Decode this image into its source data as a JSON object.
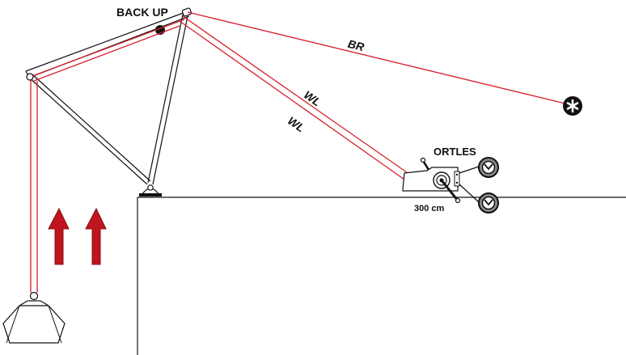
{
  "labels": {
    "backup": "BACK UP",
    "br": "BR",
    "wl_upper": "WL",
    "wl_lower": "WL",
    "ortles": "ORTLES",
    "distance": "300 cm"
  },
  "icons": [
    "anchor-star-icon",
    "gauge-icon",
    "gauge-icon",
    "up-arrow-icon",
    "up-arrow-icon",
    "weight-block-icon"
  ],
  "colors": {
    "rope": "#d61f2b",
    "structure": "#111111",
    "arrow": "#c0141f",
    "gauge_fill": "#8a8a8a"
  }
}
